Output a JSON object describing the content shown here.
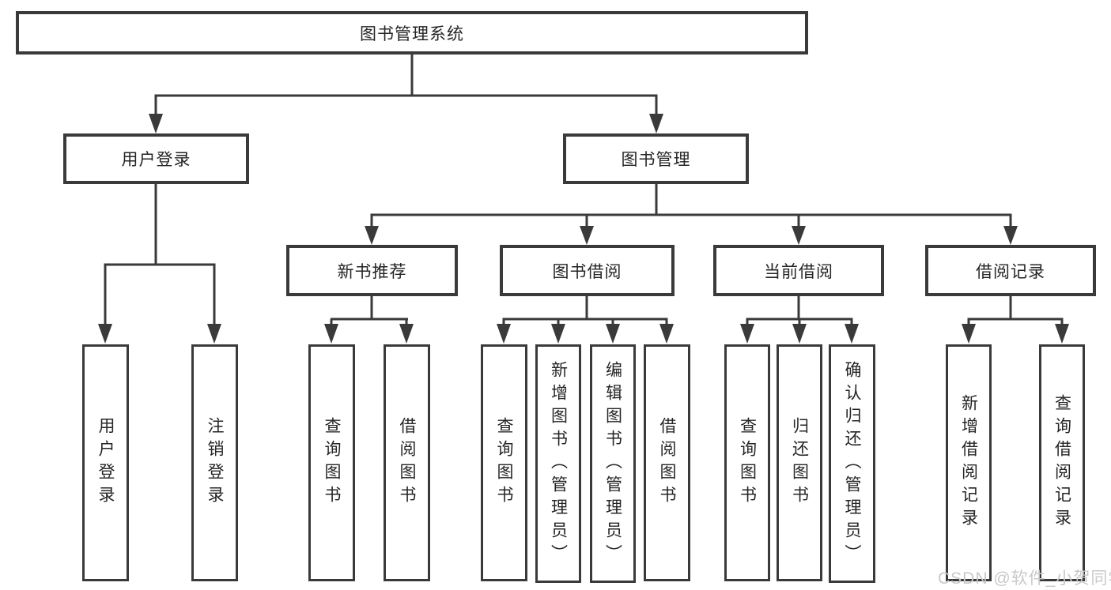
{
  "diagram": {
    "root": {
      "label": "图书管理系统"
    },
    "user_login": {
      "label": "用户登录"
    },
    "book_mgmt": {
      "label": "图书管理"
    },
    "login": {
      "label": "用户登录"
    },
    "logout": {
      "label": "注销登录"
    },
    "new_books": {
      "label": "新书推荐"
    },
    "book_borrow": {
      "label": "图书借阅"
    },
    "current_borrow": {
      "label": "当前借阅"
    },
    "borrow_records": {
      "label": "借阅记录"
    },
    "nb_query": {
      "label": "查询图书"
    },
    "nb_borrow": {
      "label": "借阅图书"
    },
    "bb_query": {
      "label": "查询图书"
    },
    "bb_add": {
      "label": "新增图书（管理员）"
    },
    "bb_edit": {
      "label": "编辑图书（管理员）"
    },
    "bb_borrow": {
      "label": "借阅图书"
    },
    "cb_query": {
      "label": "查询图书"
    },
    "cb_return": {
      "label": "归还图书"
    },
    "cb_confirm": {
      "label": "确认归还（管理员）"
    },
    "br_add": {
      "label": "新增借阅记录"
    },
    "br_query": {
      "label": "查询借阅记录"
    }
  },
  "watermark": {
    "text": "CSDN @软件_小贺同学"
  },
  "colors": {
    "line": "#3a3a3a",
    "text": "#252525",
    "watermark": "#c9c9c9",
    "background": "#ffffff"
  }
}
